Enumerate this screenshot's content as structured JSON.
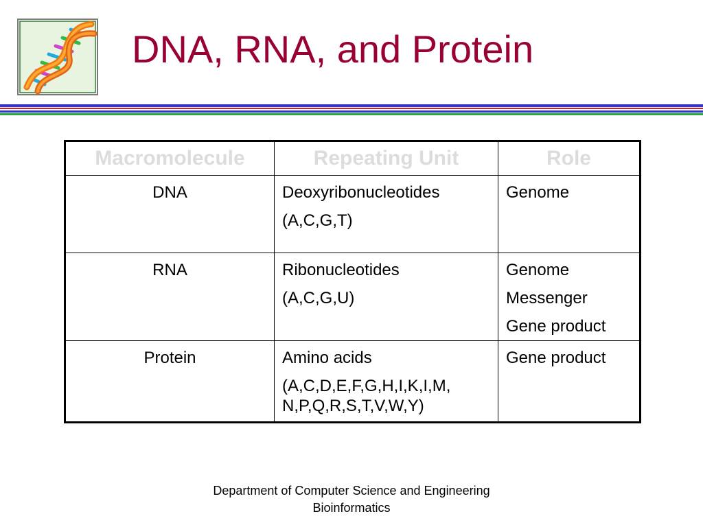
{
  "slide": {
    "title": "DNA, RNA, and Protein",
    "title_color": "#990033",
    "logo_icon": "dna-helix-icon",
    "rule_colors": [
      "#3333cc",
      "#cc2222",
      "#3333cc",
      "#22aa44"
    ]
  },
  "table": {
    "headers": [
      "Macromolecule",
      "Repeating Unit",
      "Role"
    ],
    "rows": [
      {
        "macromolecule": "DNA",
        "unit": [
          "Deoxyribonucleotides",
          "(A,C,G,T)"
        ],
        "role": [
          "Genome"
        ]
      },
      {
        "macromolecule": "RNA",
        "unit": [
          "Ribonucleotides",
          "(A,C,G,U)"
        ],
        "role": [
          "Genome",
          "Messenger",
          "Gene product"
        ]
      },
      {
        "macromolecule": "Protein",
        "unit": [
          "Amino acids",
          "(A,C,D,E,F,G,H,I,K,I,M,",
          "N,P,Q,R,S,T,V,W,Y)"
        ],
        "role": [
          "Gene product"
        ]
      }
    ]
  },
  "footer": {
    "line1": "Department of Computer Science and Engineering",
    "line2": "Bioinformatics"
  }
}
